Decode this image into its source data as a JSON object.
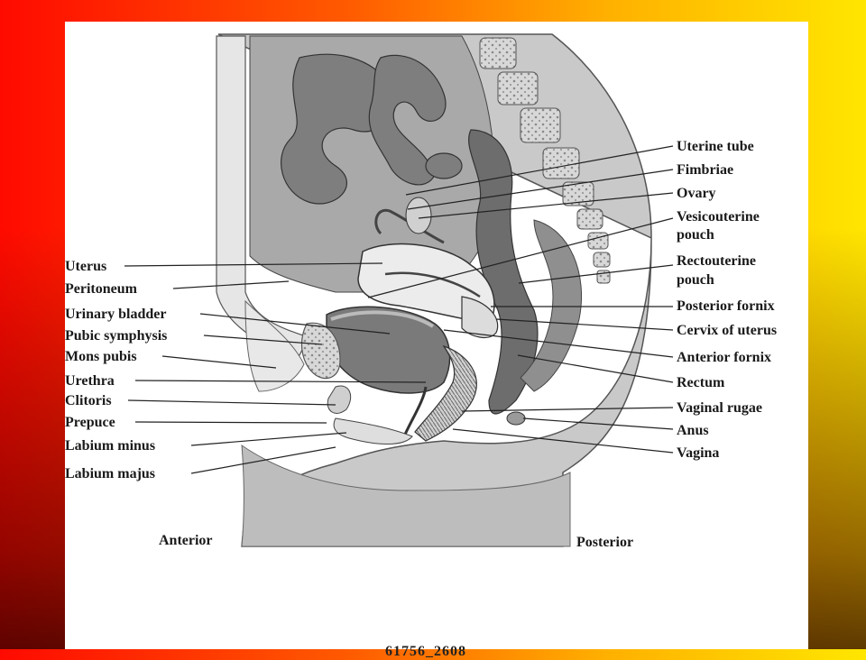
{
  "labels_left": [
    {
      "id": "uterus",
      "text": "Uterus"
    },
    {
      "id": "peritoneum",
      "text": "Peritoneum"
    },
    {
      "id": "urinary-bladder",
      "text": "Urinary bladder"
    },
    {
      "id": "pubic-symphysis",
      "text": "Pubic symphysis"
    },
    {
      "id": "mons-pubis",
      "text": "Mons pubis"
    },
    {
      "id": "urethra",
      "text": "Urethra"
    },
    {
      "id": "clitoris",
      "text": "Clitoris"
    },
    {
      "id": "prepuce",
      "text": "Prepuce"
    },
    {
      "id": "labium-minus",
      "text": "Labium minus"
    },
    {
      "id": "labium-majus",
      "text": "Labium majus"
    }
  ],
  "labels_right": [
    {
      "id": "uterine-tube",
      "text": "Uterine tube"
    },
    {
      "id": "fimbriae",
      "text": "Fimbriae"
    },
    {
      "id": "ovary",
      "text": "Ovary"
    },
    {
      "id": "vesicouterine-pouch-1",
      "text": "Vesicouterine"
    },
    {
      "id": "vesicouterine-pouch-2",
      "text": "pouch"
    },
    {
      "id": "rectouterine-pouch-1",
      "text": "Rectouterine"
    },
    {
      "id": "rectouterine-pouch-2",
      "text": "pouch"
    },
    {
      "id": "posterior-fornix",
      "text": "Posterior fornix"
    },
    {
      "id": "cervix-of-uterus",
      "text": "Cervix of uterus"
    },
    {
      "id": "anterior-fornix",
      "text": "Anterior fornix"
    },
    {
      "id": "rectum",
      "text": "Rectum"
    },
    {
      "id": "vaginal-rugae",
      "text": "Vaginal rugae"
    },
    {
      "id": "anus",
      "text": "Anus"
    },
    {
      "id": "vagina",
      "text": "Vagina"
    }
  ],
  "orientation": {
    "anterior": "Anterior",
    "posterior": "Posterior"
  },
  "footer": {
    "code": "61756_2608"
  },
  "colors": {
    "background_left": "#ff0a00",
    "background_right": "#ffe600",
    "panel": "#ffffff",
    "label_text": "#1a1a1a",
    "leader_line": "#222222"
  }
}
